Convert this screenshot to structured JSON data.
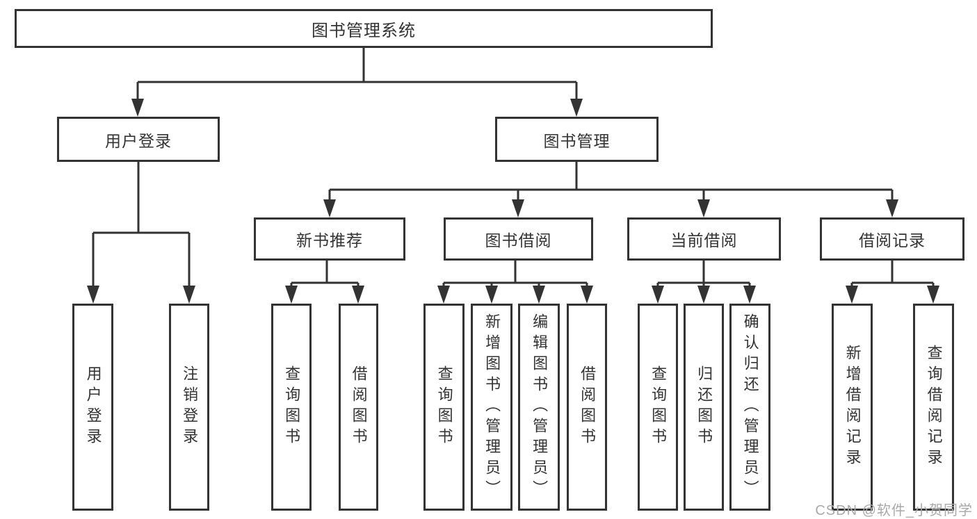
{
  "diagram": {
    "title": "图书管理系统",
    "nodes": {
      "root": "图书管理系统",
      "l2": [
        "用户登录",
        "图书管理"
      ],
      "l3": [
        "新书推荐",
        "图书借阅",
        "当前借阅",
        "借阅记录"
      ],
      "user_children": [
        "用户登录",
        "注销登录"
      ],
      "recommend_children": [
        "查询图书",
        "借阅图书"
      ],
      "borrow_children": [
        "查询图书",
        "新增图书（管理员）",
        "编辑图书（管理员）",
        "借阅图书"
      ],
      "current_children": [
        "查询图书",
        "归还图书",
        "确认归还（管理员）"
      ],
      "records_children": [
        "新增借阅记录",
        "查询借阅记录"
      ]
    },
    "tree": {
      "图书管理系统": {
        "用户登录": [
          "用户登录",
          "注销登录"
        ],
        "图书管理": {
          "新书推荐": [
            "查询图书",
            "借阅图书"
          ],
          "图书借阅": [
            "查询图书",
            "新增图书（管理员）",
            "编辑图书（管理员）",
            "借阅图书"
          ],
          "当前借阅": [
            "查询图书",
            "归还图书",
            "确认归还（管理员）"
          ],
          "借阅记录": [
            "新增借阅记录",
            "查询借阅记录"
          ]
        }
      }
    },
    "colors": {
      "line": "#333333",
      "text": "#333333",
      "background": "#ffffff",
      "watermark": "#a9a9a9"
    }
  },
  "watermark": {
    "text": "CSDN @软件_小贺同学"
  }
}
